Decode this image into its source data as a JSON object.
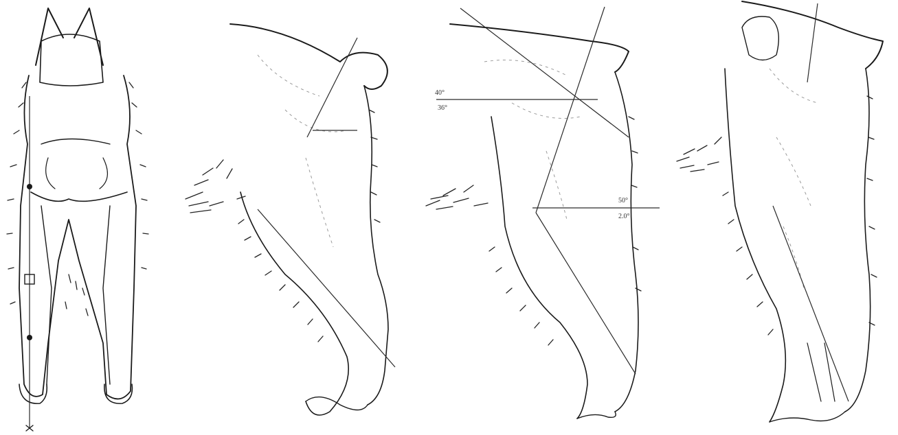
{
  "panels": [
    {
      "id": "rear-view"
    },
    {
      "id": "side-view-1"
    },
    {
      "id": "side-view-2",
      "annotations": [
        "40°",
        "36°",
        "50°",
        "2.0°"
      ]
    },
    {
      "id": "side-view-3"
    }
  ]
}
